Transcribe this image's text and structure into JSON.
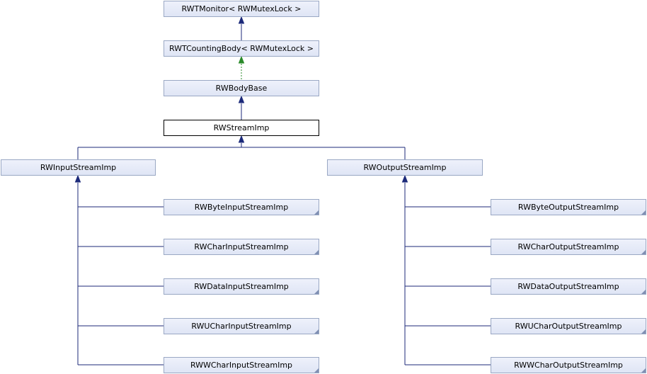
{
  "colors": {
    "edge": "#1c2a7a",
    "template_edge": "#2a8a2a",
    "node_border": "#9aa8c4",
    "node_fill": "#e3e8f6",
    "current_border": "#000000"
  },
  "nodes": {
    "monitor": "RWTMonitor< RWMutexLock >",
    "counting_body": "RWTCountingBody< RWMutexLock >",
    "body_base": "RWBodyBase",
    "stream_imp": "RWStreamImp",
    "input_stream_imp": "RWInputStreamImp",
    "output_stream_imp": "RWOutputStreamImp",
    "input_children": [
      "RWByteInputStreamImp",
      "RWCharInputStreamImp",
      "RWDataInputStreamImp",
      "RWUCharInputStreamImp",
      "RWWCharInputStreamImp"
    ],
    "output_children": [
      "RWByteOutputStreamImp",
      "RWCharOutputStreamImp",
      "RWDataOutputStreamImp",
      "RWUCharOutputStreamImp",
      "RWWCharOutputStreamImp"
    ]
  }
}
